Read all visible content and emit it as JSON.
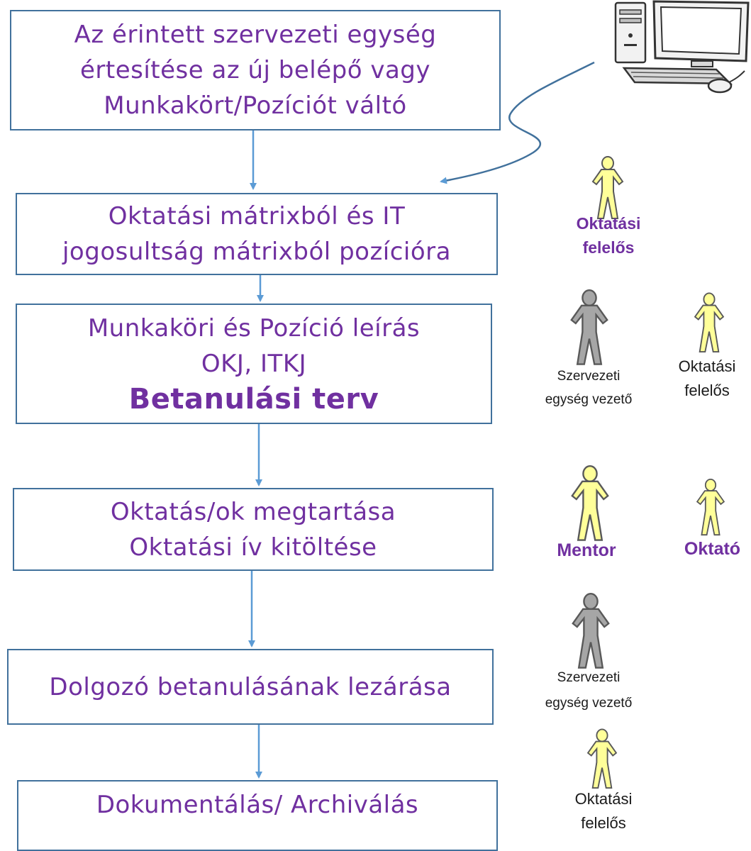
{
  "colors": {
    "box_border": "#41719c",
    "box_text": "#7030a0",
    "arrow": "#5b9bd5",
    "person_yellow": "#ffff99",
    "person_gray": "#a6a6a6",
    "person_outline": "#595959"
  },
  "steps": [
    {
      "lines": [
        "Az érintett szervezeti egység",
        "értesítése az új belépő vagy",
        "Munkakört/Pozíciót váltó"
      ]
    },
    {
      "lines": [
        "Oktatási mátrixból és IT",
        "jogosultság mátrixból pozícióra"
      ]
    },
    {
      "lines": [
        "Munkaköri és Pozíció leírás",
        "OKJ, ITKJ"
      ],
      "emphasis": "Betanulási terv"
    },
    {
      "lines": [
        "Oktatás/ok megtartása",
        "Oktatási ív kitöltése"
      ]
    },
    {
      "lines": [
        "Dolgozó betanulásának lezárása"
      ]
    },
    {
      "lines": [
        "Dokumentálás/ Archiválás"
      ]
    }
  ],
  "roles": [
    {
      "lines": [
        "Oktatási",
        "felelős"
      ],
      "color": "yellow",
      "style": "purple-bold"
    },
    {
      "lines": [
        "Szervezeti",
        "egység vezető"
      ],
      "color": "gray",
      "style": "plain"
    },
    {
      "lines": [
        "Oktatási",
        "felelős"
      ],
      "color": "yellow",
      "style": "plain"
    },
    {
      "lines": [
        "Mentor"
      ],
      "color": "yellow",
      "style": "purple-bold"
    },
    {
      "lines": [
        "Oktató"
      ],
      "color": "yellow",
      "style": "purple-bold"
    },
    {
      "lines": [
        "Szervezeti",
        "egység vezető"
      ],
      "color": "gray",
      "style": "plain"
    },
    {
      "lines": [
        "Oktatási",
        "felelős"
      ],
      "color": "yellow",
      "style": "plain"
    }
  ],
  "icons": {
    "computer": "desktop-computer-icon",
    "person": "person-icon"
  }
}
